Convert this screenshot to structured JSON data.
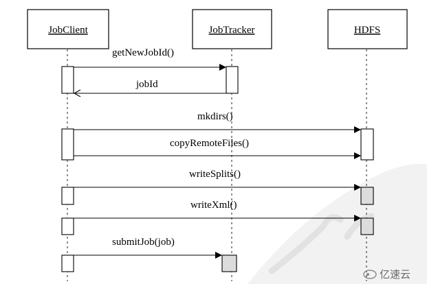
{
  "participants": [
    {
      "id": "jobclient",
      "label": "JobClient"
    },
    {
      "id": "jobtracker",
      "label": "JobTracker"
    },
    {
      "id": "hdfs",
      "label": "HDFS"
    }
  ],
  "messages": [
    {
      "id": "getNewJobId",
      "label": "getNewJobId()",
      "from": "jobclient",
      "to": "jobtracker"
    },
    {
      "id": "jobId",
      "label": "jobId",
      "from": "jobtracker",
      "to": "jobclient",
      "reply": true
    },
    {
      "id": "mkdirs",
      "label": "mkdirs()",
      "from": "jobclient",
      "to": "hdfs"
    },
    {
      "id": "copyRemoteFiles",
      "label": "copyRemoteFiles()",
      "from": "jobclient",
      "to": "hdfs"
    },
    {
      "id": "writeSplits",
      "label": "writeSplits()",
      "from": "jobclient",
      "to": "hdfs"
    },
    {
      "id": "writeXml",
      "label": "writeXml()",
      "from": "jobclient",
      "to": "hdfs"
    },
    {
      "id": "submitJob",
      "label": "submitJob(job)",
      "from": "jobclient",
      "to": "jobtracker"
    }
  ],
  "watermark": {
    "text": "亿速云"
  }
}
